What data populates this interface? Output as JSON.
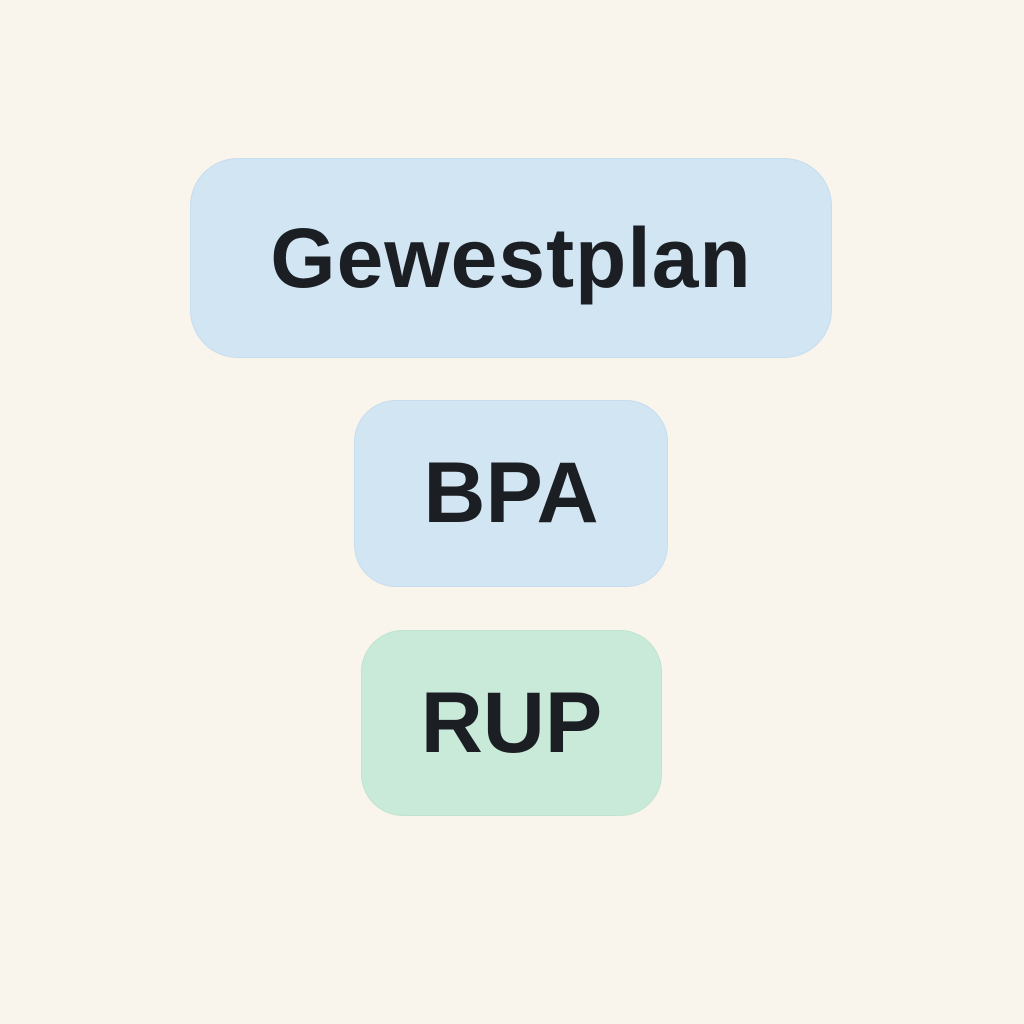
{
  "boxes": [
    {
      "label": "Gewestplan",
      "color": "#d1e5f3"
    },
    {
      "label": "BPA",
      "color": "#d1e5f3"
    },
    {
      "label": "RUP",
      "color": "#c9ead9"
    }
  ]
}
